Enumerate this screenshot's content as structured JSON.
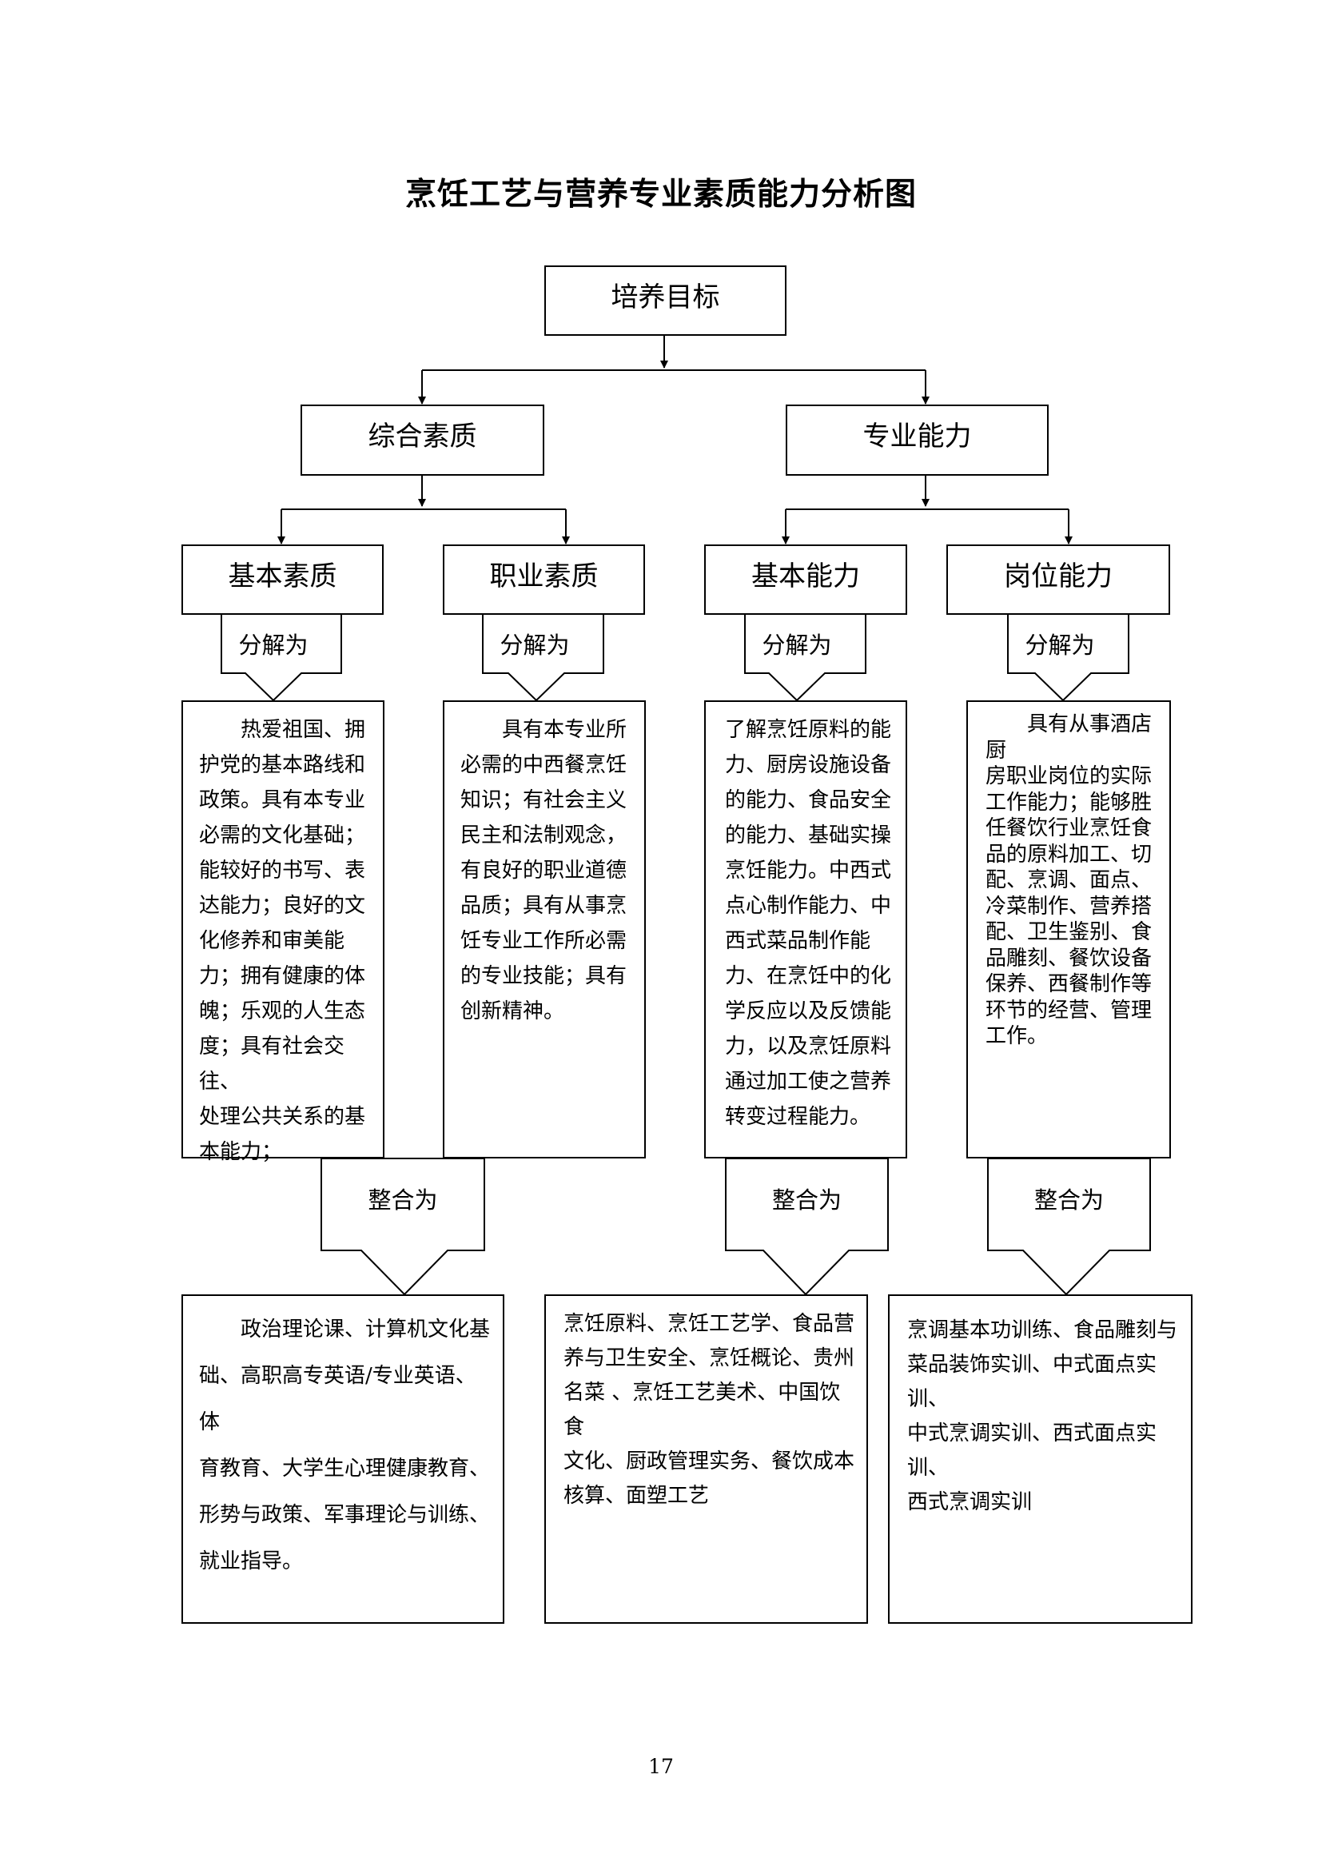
{
  "title": "烹饪工艺与营养专业素质能力分析图",
  "root": "培养目标",
  "level1": [
    "综合素质",
    "专业能力"
  ],
  "level2": [
    "基本素质",
    "职业素质",
    "基本能力",
    "岗位能力"
  ],
  "decompose_label": "分解为",
  "integrate_label": "整合为",
  "descriptions": [
    "　　热爱祖国、拥\n护党的基本路线和\n政策。具有本专业\n必需的文化基础；\n能较好的书写、表\n达能力；良好的文\n化修养和审美能\n力；拥有健康的体\n魄；乐观的人生态\n度；具有社会交往、\n处理公共关系的基\n本能力；",
    "　　具有本专业所\n必需的中西餐烹饪\n知识；有社会主义\n民主和法制观念，\n有良好的职业道德\n品质；具有从事烹\n饪专业工作所必需\n的专业技能；具有\n创新精神。",
    "了解烹饪原料的能\n力、厨房设施设备\n的能力、食品安全\n的能力、基础实操\n烹饪能力。中西式\n点心制作能力、中\n西式菜品制作能\n力、在烹饪中的化\n学反应以及反馈能\n力，以及烹饪原料\n通过加工使之营养\n转变过程能力。",
    "　　具有从事酒店厨\n房职业岗位的实际\n工作能力；能够胜\n任餐饮行业烹饪食\n品的原料加工、切\n配、烹调、面点、\n冷菜制作、营养搭\n配、卫生鉴别、食\n品雕刻、餐饮设备\n保养、西餐制作等\n环节的经营、管理\n工作。"
  ],
  "courses": [
    "　　政治理论课、计算机文化基\n础、高职高专英语/专业英语、体\n育教育、大学生心理健康教育、\n形势与政策、军事理论与训练、\n就业指导。",
    "烹饪原料、烹饪工艺学、食品营\n养与卫生安全、烹饪概论、贵州\n名菜 、烹饪工艺美术、中国饮食\n文化、厨政管理实务、餐饮成本\n核算、面塑工艺",
    "烹调基本功训练、食品雕刻与\n菜品装饰实训、中式面点实训、\n中式烹调实训、西式面点实训、\n西式烹调实训"
  ],
  "page_number": "17"
}
